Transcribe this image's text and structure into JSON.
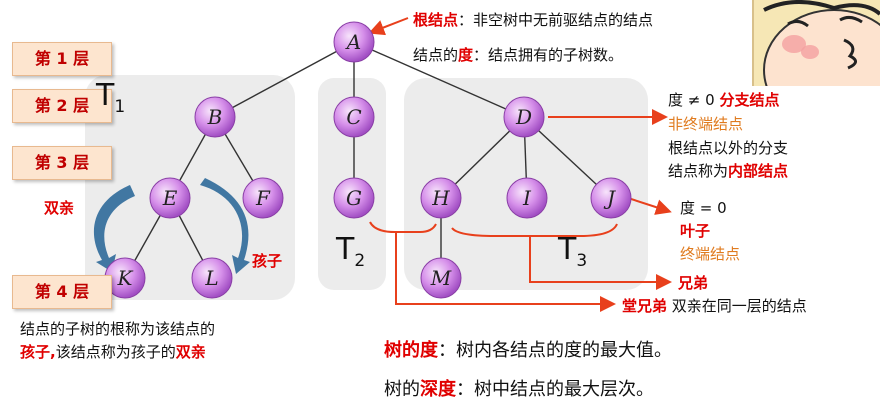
{
  "levels": [
    "第 1 层",
    "第 2 层",
    "第 3 层",
    "第 4 层"
  ],
  "nodes": [
    {
      "id": "A",
      "label": "A"
    },
    {
      "id": "B",
      "label": "B"
    },
    {
      "id": "C",
      "label": "C"
    },
    {
      "id": "D",
      "label": "D"
    },
    {
      "id": "E",
      "label": "E"
    },
    {
      "id": "F",
      "label": "F"
    },
    {
      "id": "G",
      "label": "G"
    },
    {
      "id": "H",
      "label": "H"
    },
    {
      "id": "I",
      "label": "I"
    },
    {
      "id": "J",
      "label": "J"
    },
    {
      "id": "K",
      "label": "K"
    },
    {
      "id": "L",
      "label": "L"
    },
    {
      "id": "M",
      "label": "M"
    }
  ],
  "edges": [
    [
      "A",
      "B"
    ],
    [
      "A",
      "C"
    ],
    [
      "A",
      "D"
    ],
    [
      "B",
      "E"
    ],
    [
      "B",
      "F"
    ],
    [
      "C",
      "G"
    ],
    [
      "D",
      "H"
    ],
    [
      "D",
      "I"
    ],
    [
      "D",
      "J"
    ],
    [
      "E",
      "K"
    ],
    [
      "E",
      "L"
    ],
    [
      "H",
      "M"
    ]
  ],
  "subtree_labels": {
    "t1": "T",
    "t1_sub": "1",
    "t2": "T",
    "t2_sub": "2",
    "t3": "T",
    "t3_sub": "3"
  },
  "annotations": {
    "root_term": "根结点",
    "root_def": "：非空树中无前驱结点的结点",
    "degree_prefix": "结点的",
    "degree_term": "度",
    "degree_def": "：结点拥有的子树数。",
    "branch_cond": "度 ≠ 0",
    "branch_term": "分支结点",
    "nonterminal": "非终端结点",
    "internal_line1": "根结点以外的分支",
    "internal_line2_prefix": "结点称为",
    "internal_term": "内部结点",
    "leaf_cond": "度 = 0",
    "leaf_term": "叶子",
    "terminal": "终端结点",
    "sibling": "兄弟",
    "cousin_term": "堂兄弟",
    "cousin_def": "双亲在同一层的结点",
    "parent_label": "双亲",
    "child_label": "孩子",
    "child_def_line1": "结点的子树的根称为该结点的",
    "child_def_term": "孩子,",
    "child_def_mid": "该结点称为孩子的",
    "child_def_parent": "双亲",
    "tree_degree_term": "树的度",
    "tree_degree_def": "：树内各结点的度的最大值。",
    "depth_prefix": "树的",
    "depth_term": "深度",
    "depth_def": "：树中结点的最大层次。"
  },
  "colors": {
    "node_fill": "#d27ee6",
    "node_stroke": "#8a3fa6",
    "accent_red": "#e00000",
    "accent_orange": "#e07b1f",
    "arrow_blue": "#2f6a9a",
    "panel_gray": "#ececec"
  }
}
